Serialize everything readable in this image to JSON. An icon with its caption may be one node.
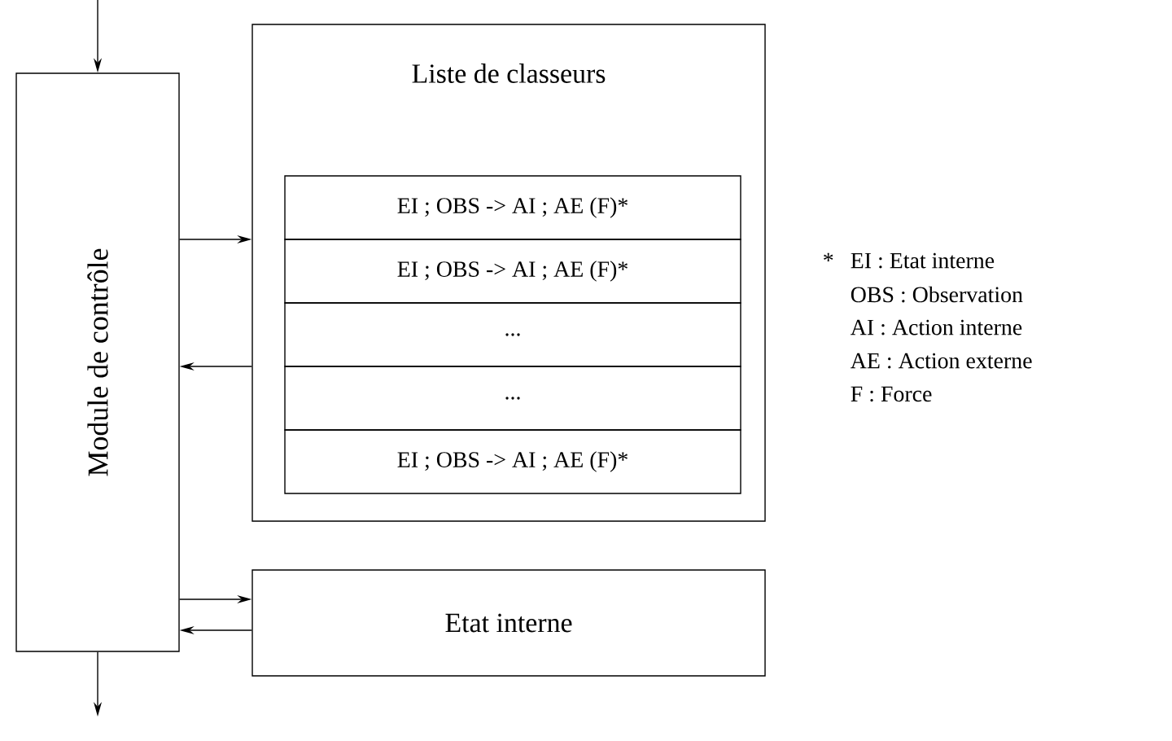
{
  "diagram": {
    "nodes": [
      {
        "text": [
          "Module de contrôle"
        ]
      },
      {
        "text": [
          "Liste de classeurs"
        ]
      },
      {
        "text": [
          "EI ; OBS -> AI ; AE (F)*"
        ],
        "in": 1
      },
      {
        "text": [
          "EI ; OBS -> AI ; AE (F)*"
        ],
        "in": 1
      },
      {
        "text": [
          "..."
        ],
        "in": 1
      },
      {
        "text": [
          "..."
        ],
        "in": 1
      },
      {
        "text": [
          "EI ; OBS -> AI ; AE (F)*"
        ],
        "in": 1
      },
      {
        "text": [
          "Etat interne"
        ]
      }
    ],
    "edges": [
      {
        "from": null,
        "to": 0,
        "arrow": "to"
      },
      {
        "from": 0,
        "to": null,
        "arrow": "to"
      },
      {
        "from": 0,
        "to": 1,
        "arrow": "to"
      },
      {
        "from": 1,
        "to": 0,
        "arrow": "to"
      },
      {
        "from": 0,
        "to": 7,
        "arrow": "to"
      },
      {
        "from": 7,
        "to": 0,
        "arrow": "to"
      }
    ],
    "labels": [
      "*",
      "EI : Etat interne",
      "OBS : Observation",
      "AI : Action interne",
      "AE : Action externe",
      "F : Force"
    ]
  }
}
